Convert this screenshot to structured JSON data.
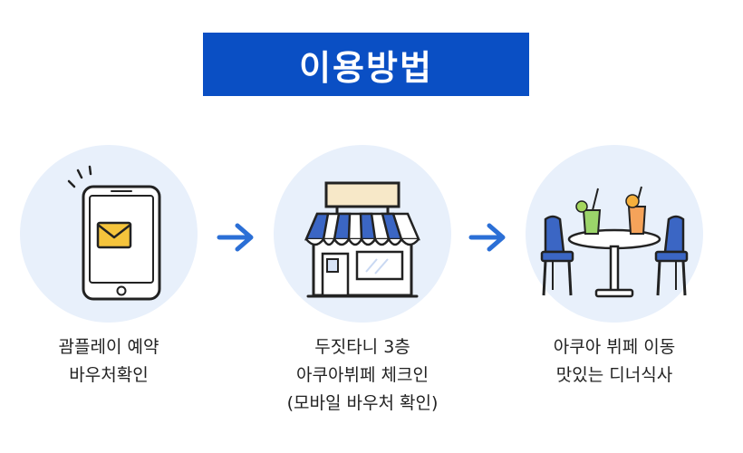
{
  "title": "이용방법",
  "colors": {
    "banner": "#0a4fc4",
    "circle_bg": "#e8f0fb",
    "accent_blue": "#2b6fd6",
    "chair_blue": "#3b66c4",
    "envelope": "#f5c43c"
  },
  "steps": [
    {
      "icon": "smartphone-message-icon",
      "lines": [
        "괌플레이 예약",
        "바우처확인"
      ]
    },
    {
      "icon": "storefront-icon",
      "lines": [
        "두짓타니 3층",
        "아쿠아뷔페 체크인",
        "(모바일 바우처 확인)"
      ]
    },
    {
      "icon": "restaurant-table-icon",
      "lines": [
        "아쿠아 뷔페 이동",
        "맛있는 디너식사"
      ]
    }
  ],
  "arrow_icon": "arrow-right-icon"
}
